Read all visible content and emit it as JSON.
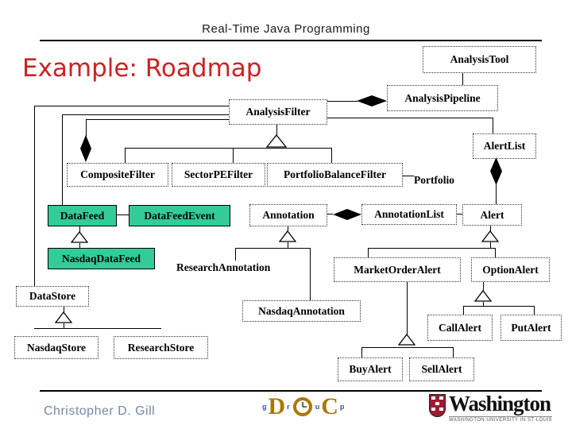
{
  "header": {
    "course_title": "Real-Time Java Programming"
  },
  "slide": {
    "title": "Example: Roadmap"
  },
  "nodes": {
    "analysis_tool": {
      "label": "AnalysisTool"
    },
    "analysis_pipeline": {
      "label": "AnalysisPipeline"
    },
    "analysis_filter": {
      "label": "AnalysisFilter"
    },
    "alert_list": {
      "label": "AlertList"
    },
    "composite_filter": {
      "label": "CompositeFilter"
    },
    "sector_pe_filter": {
      "label": "SectorPEFilter"
    },
    "portfolio_balance_filter": {
      "label": "PortfolioBalanceFilter"
    },
    "portfolio": {
      "label": "Portfolio"
    },
    "data_feed": {
      "label": "DataFeed"
    },
    "data_feed_event": {
      "label": "DataFeedEvent"
    },
    "annotation": {
      "label": "Annotation"
    },
    "annotation_list": {
      "label": "AnnotationList"
    },
    "alert": {
      "label": "Alert"
    },
    "nasdaq_data_feed": {
      "label": "NasdaqDataFeed"
    },
    "research_annotation": {
      "label": "ResearchAnnotation"
    },
    "market_order_alert": {
      "label": "MarketOrderAlert"
    },
    "option_alert": {
      "label": "OptionAlert"
    },
    "data_store": {
      "label": "DataStore"
    },
    "nasdaq_annotation": {
      "label": "NasdaqAnnotation"
    },
    "call_alert": {
      "label": "CallAlert"
    },
    "put_alert": {
      "label": "PutAlert"
    },
    "nasdaq_store": {
      "label": "NasdaqStore"
    },
    "research_store": {
      "label": "ResearchStore"
    },
    "buy_alert": {
      "label": "BuyAlert"
    },
    "sell_alert": {
      "label": "SellAlert"
    }
  },
  "footer": {
    "author": "Christopher D. Gill",
    "doc_logo": {
      "g": "g",
      "d": "D",
      "r": "r",
      "u": "u",
      "c": "C",
      "p": "p"
    },
    "university": "Washington",
    "university_tagline": "WASHINGTON·UNIVERSITY·IN·ST·LOUIS"
  },
  "colors": {
    "title_red": "#cc2222",
    "box_green": "#33cc99",
    "author_blue_gray": "#7788a8",
    "logo_gold": "#a87900",
    "shield_red": "#9e1b32"
  }
}
